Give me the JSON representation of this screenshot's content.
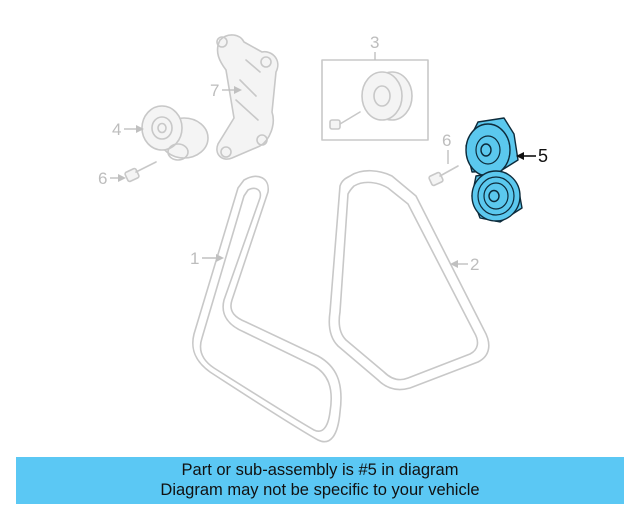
{
  "callouts": {
    "belt_1": "1",
    "belt_2": "2",
    "pulley_3": "3",
    "tensioner_4": "4",
    "tensioner_5": "5",
    "bolt_6_left": "6",
    "bolt_6_right": "6",
    "bracket_7": "7"
  },
  "banner": {
    "line1": "Part or sub-assembly is #5 in diagram",
    "line2": "Diagram may not be specific to your vehicle"
  },
  "colors": {
    "highlight": "#5bc8ee",
    "banner": "#5bc8f4",
    "faded": "#c8c8c8"
  }
}
